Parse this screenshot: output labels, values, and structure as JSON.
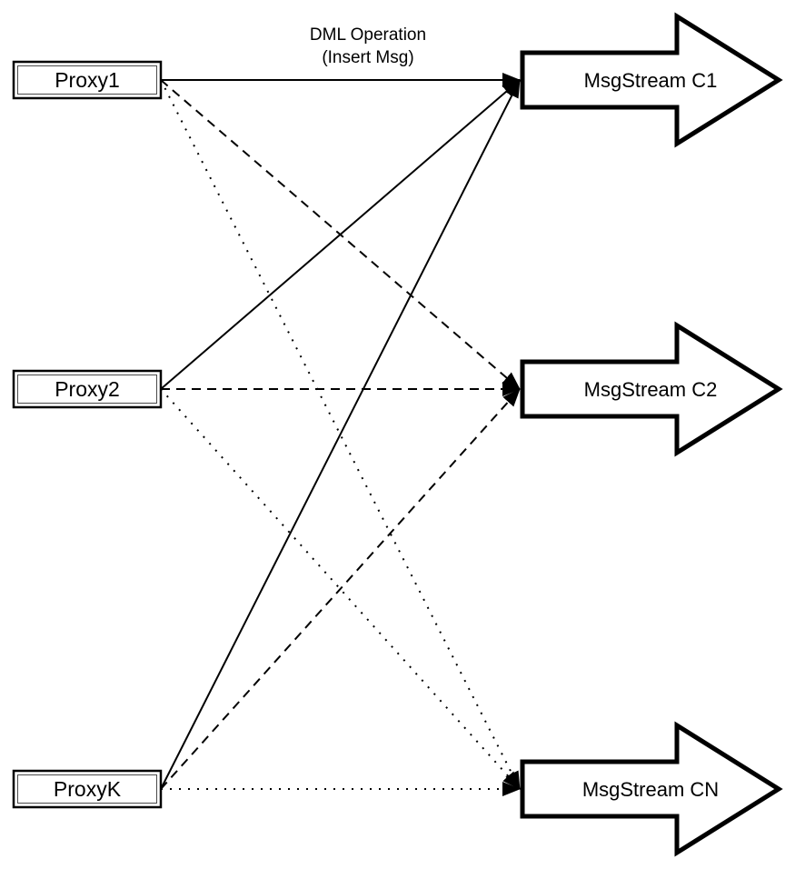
{
  "diagram": {
    "annotation": {
      "line1": "DML Operation",
      "line2": "(Insert Msg)"
    },
    "proxies": [
      {
        "id": "proxy1",
        "label": "Proxy1"
      },
      {
        "id": "proxy2",
        "label": "Proxy2"
      },
      {
        "id": "proxyk",
        "label": "ProxyK"
      }
    ],
    "streams": [
      {
        "id": "c1",
        "label": "MsgStream C1"
      },
      {
        "id": "c2",
        "label": "MsgStream C2"
      },
      {
        "id": "cn",
        "label": "MsgStream CN"
      }
    ],
    "edges": [
      {
        "from": "proxy1",
        "to": "c1",
        "style": "solid"
      },
      {
        "from": "proxy1",
        "to": "c2",
        "style": "dashed"
      },
      {
        "from": "proxy1",
        "to": "cn",
        "style": "dotted"
      },
      {
        "from": "proxy2",
        "to": "c1",
        "style": "solid"
      },
      {
        "from": "proxy2",
        "to": "c2",
        "style": "dashed"
      },
      {
        "from": "proxy2",
        "to": "cn",
        "style": "dotted"
      },
      {
        "from": "proxyk",
        "to": "c1",
        "style": "solid"
      },
      {
        "from": "proxyk",
        "to": "c2",
        "style": "dashed"
      },
      {
        "from": "proxyk",
        "to": "cn",
        "style": "dotted"
      }
    ]
  },
  "colors": {
    "ink": "#000000",
    "background": "#ffffff",
    "shape_fill": "#ffffff"
  }
}
